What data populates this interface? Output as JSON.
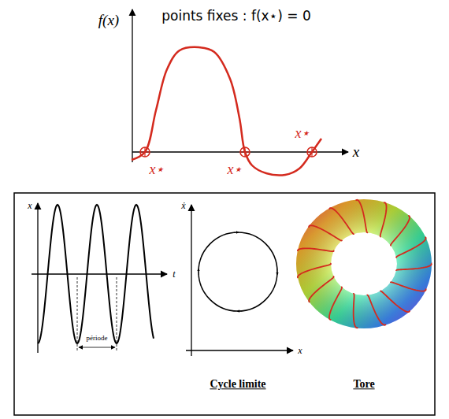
{
  "diagram": {
    "labels": [
      "points fixes : f(x⋆) = 0",
      "f(x)",
      "x",
      "x⋆",
      "x⋆",
      "x⋆",
      "x",
      "t",
      "période",
      "ẋ",
      "x",
      "Cycle limite",
      "Tore"
    ]
  }
}
